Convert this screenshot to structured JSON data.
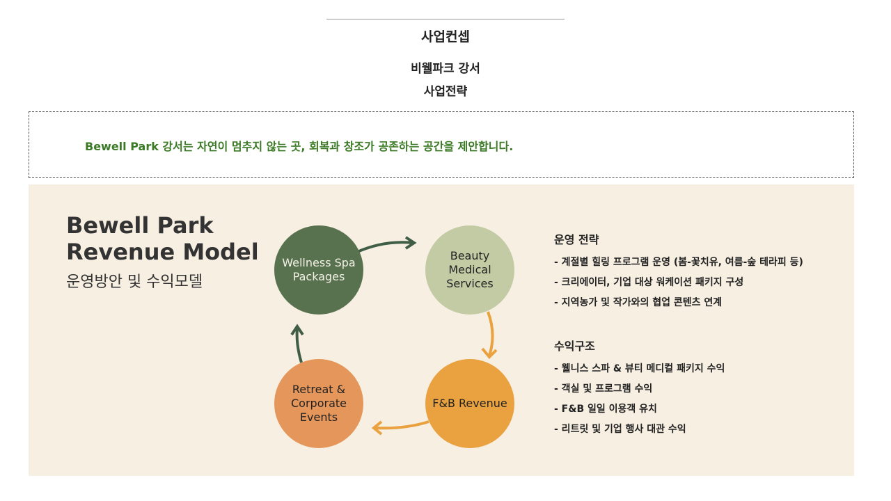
{
  "header": {
    "title": "사업컨셉",
    "subtitle1": "비웰파크 강서",
    "subtitle2": "사업전략"
  },
  "tagline": "Bewell Park 강서는 자연이 멈추지 않는 곳, 회복과 창조가 공존하는 공간을 제안합니다.",
  "model": {
    "title_line1": "Bewell Park",
    "title_line2": "Revenue Model",
    "subtitle": "운영방안 및 수익모델"
  },
  "cycle": [
    {
      "label": "Wellness Spa Packages",
      "color": "#58714f"
    },
    {
      "label": "Beauty Medical Services",
      "color": "#c3cba5"
    },
    {
      "label": "F&B Revenue",
      "color": "#e9a23f"
    },
    {
      "label": "Retreat & Corporate Events",
      "color": "#e5965a"
    }
  ],
  "strategy": {
    "heading": "운영 전략",
    "items": [
      "- 계절별 힐링 프로그램 운영 (봄-꽃치유, 여름-숲 테라피 등)",
      "- 크리에이터, 기업 대상 워케이션 패키지 구성",
      "- 지역농가 및 작가와의 협업 콘텐츠 연계"
    ]
  },
  "revenue": {
    "heading": "수익구조",
    "items": [
      "- 웰니스 스파 & 뷰티 메디컬 패키지 수익",
      "- 객실 및 프로그램 수익",
      "- F&B 일일 이용객 유치",
      "- 리트릿 및 기업 행사 대관 수익"
    ]
  }
}
